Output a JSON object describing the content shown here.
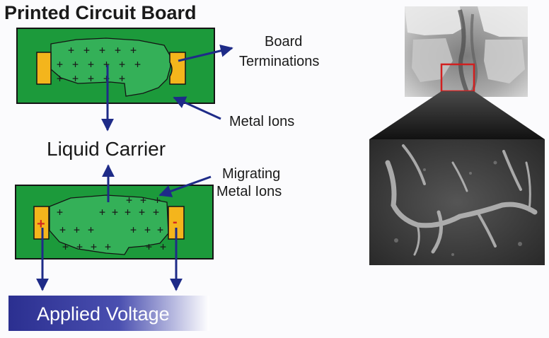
{
  "title": "Printed Circuit Board",
  "labels": {
    "board_terminations": [
      "Board",
      "Terminations"
    ],
    "metal_ions": "Metal Ions",
    "liquid_carrier": "Liquid Carrier",
    "migrating_metal_ions": [
      "Migrating",
      "Metal Ions"
    ],
    "applied_voltage": "Applied Voltage"
  },
  "polarity": {
    "positive": "+",
    "negative": "-"
  },
  "ion_symbol": "+",
  "colors": {
    "board": "#1c9a3b",
    "liquid": "#34b058",
    "terminal": "#f4b51c",
    "arrow": "#1e2b88",
    "voltage_dark": "#2b2f90",
    "highlight_box": "#d11f1f"
  }
}
